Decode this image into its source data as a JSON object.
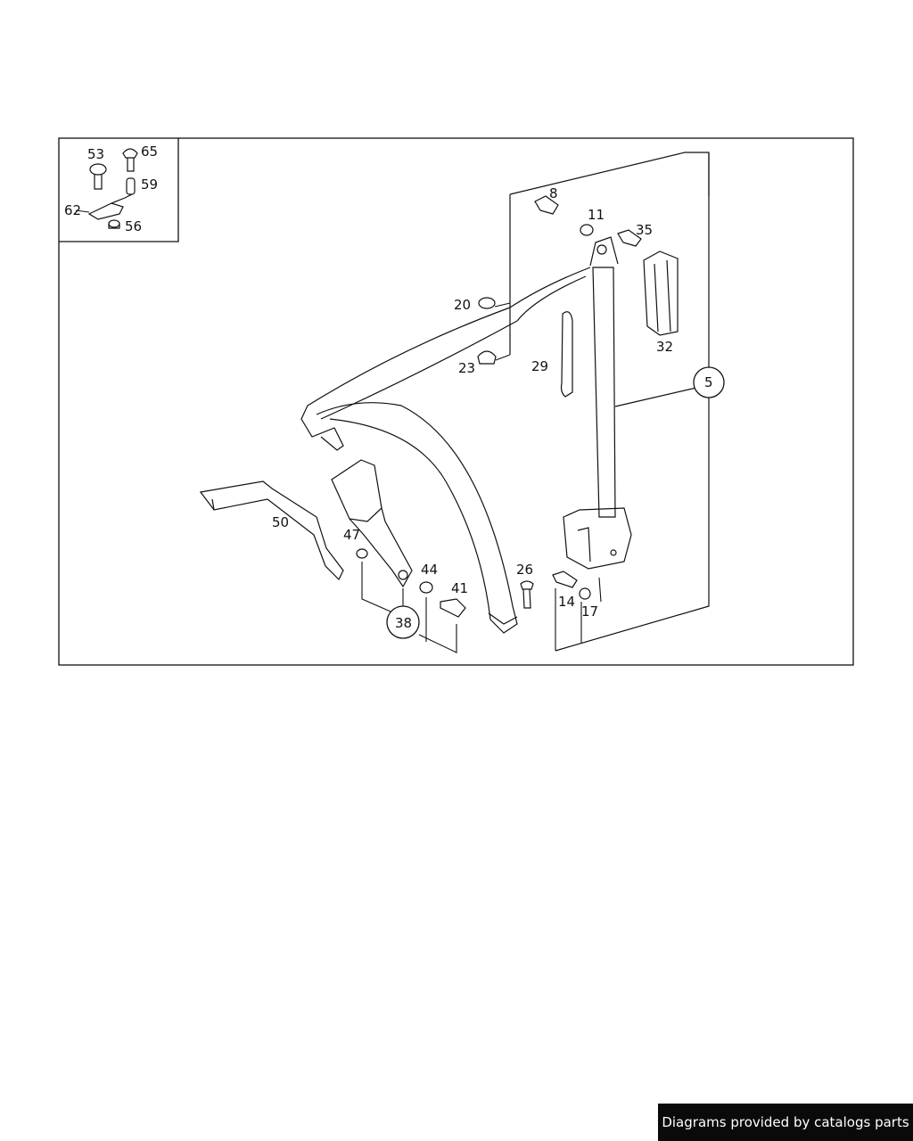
{
  "footer": {
    "credit": "Diagrams provided by catalogs parts"
  },
  "diagram": {
    "inset_labels": [
      "53",
      "65",
      "59",
      "62",
      "56"
    ],
    "part_labels": [
      "8",
      "11",
      "35",
      "20",
      "32",
      "23",
      "29",
      "5",
      "50",
      "47",
      "44",
      "41",
      "38",
      "26",
      "14",
      "17"
    ]
  }
}
